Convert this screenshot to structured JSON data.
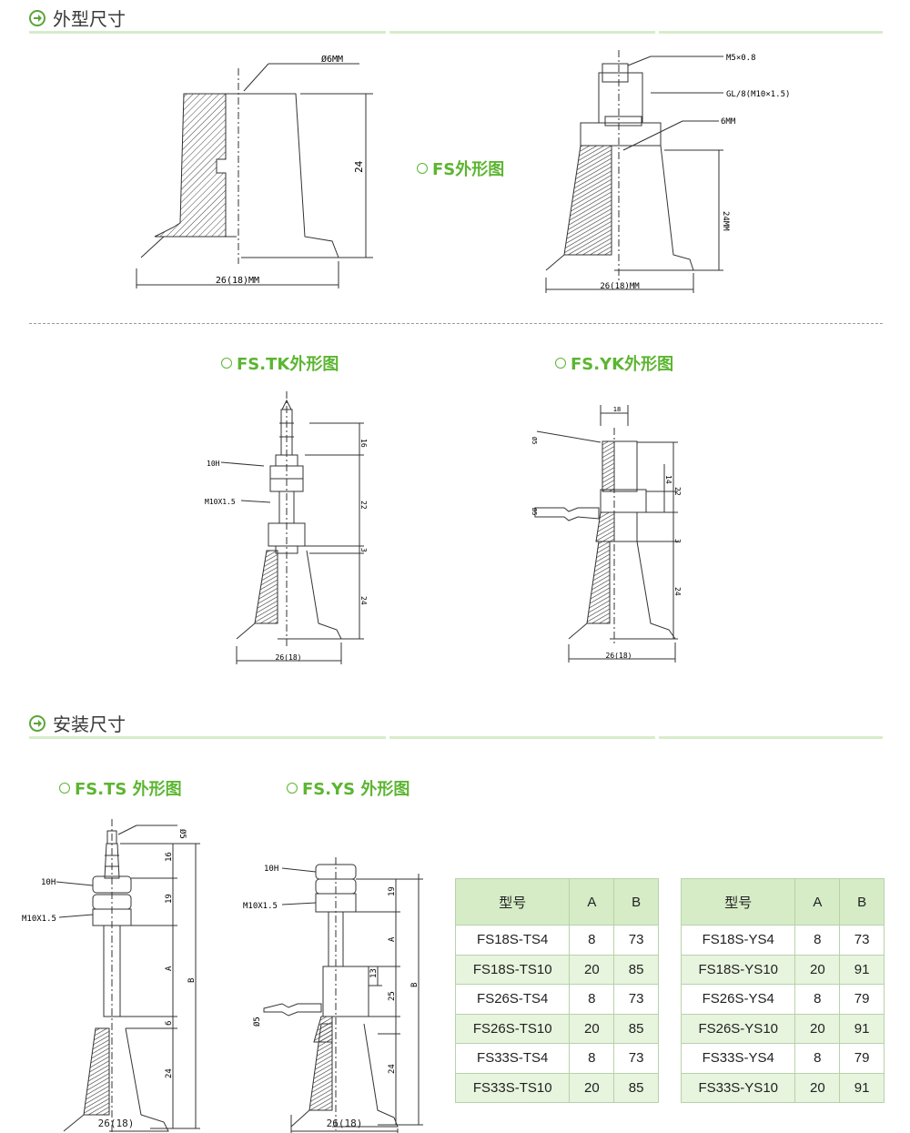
{
  "section1": {
    "title": "外型尺寸"
  },
  "section2": {
    "title": "安装尺寸"
  },
  "captions": {
    "fs": "FS外形图",
    "fstk": "FS.TK外形图",
    "fsyk": "FS.YK外形图",
    "fsts": "FS.TS 外形图",
    "fsys": "FS.YS 外形图"
  },
  "drawings": {
    "fs_side": {
      "dia": "Ø6MM",
      "height": "24",
      "width": "26(18)MM"
    },
    "fs_full": {
      "m5": "M5×0.8",
      "gl": "GL/8(M10×1.5)",
      "six": "6MM",
      "height": "24MM",
      "width": "26(18)MM"
    },
    "tk": {
      "hex": "10H",
      "thread": "M10X1.5",
      "d16": "16",
      "d22": "22",
      "d3": "3",
      "d24": "24",
      "width": "26(18)"
    },
    "yk": {
      "top": "18",
      "d5a": "Ø5",
      "d5b": "Ø5",
      "d14": "14",
      "d22": "22",
      "d3": "3",
      "d24": "24",
      "width": "26(18)"
    },
    "ts": {
      "d5": "Ø5",
      "hex": "10H",
      "thread": "M10X1.5",
      "d16": "16",
      "d19": "19",
      "a": "A",
      "b": "B",
      "d6": "6",
      "d24": "24",
      "width": "26(18)"
    },
    "ys": {
      "hex": "10H",
      "thread": "M10X1.5",
      "d19": "19",
      "a": "A",
      "b": "B",
      "d13": "13",
      "d25": "25",
      "d5": "Ø5",
      "d24": "24",
      "width": "26(18)"
    }
  },
  "tables": {
    "ts": {
      "headers": [
        "型号",
        "A",
        "B"
      ],
      "rows": [
        [
          "FS18S-TS4",
          "8",
          "73"
        ],
        [
          "FS18S-TS10",
          "20",
          "85"
        ],
        [
          "FS26S-TS4",
          "8",
          "73"
        ],
        [
          "FS26S-TS10",
          "20",
          "85"
        ],
        [
          "FS33S-TS4",
          "8",
          "73"
        ],
        [
          "FS33S-TS10",
          "20",
          "85"
        ]
      ]
    },
    "ys": {
      "headers": [
        "型号",
        "A",
        "B"
      ],
      "rows": [
        [
          "FS18S-YS4",
          "8",
          "73"
        ],
        [
          "FS18S-YS10",
          "20",
          "91"
        ],
        [
          "FS26S-YS4",
          "8",
          "79"
        ],
        [
          "FS26S-YS10",
          "20",
          "91"
        ],
        [
          "FS33S-YS4",
          "8",
          "79"
        ],
        [
          "FS33S-YS10",
          "20",
          "91"
        ]
      ]
    }
  }
}
